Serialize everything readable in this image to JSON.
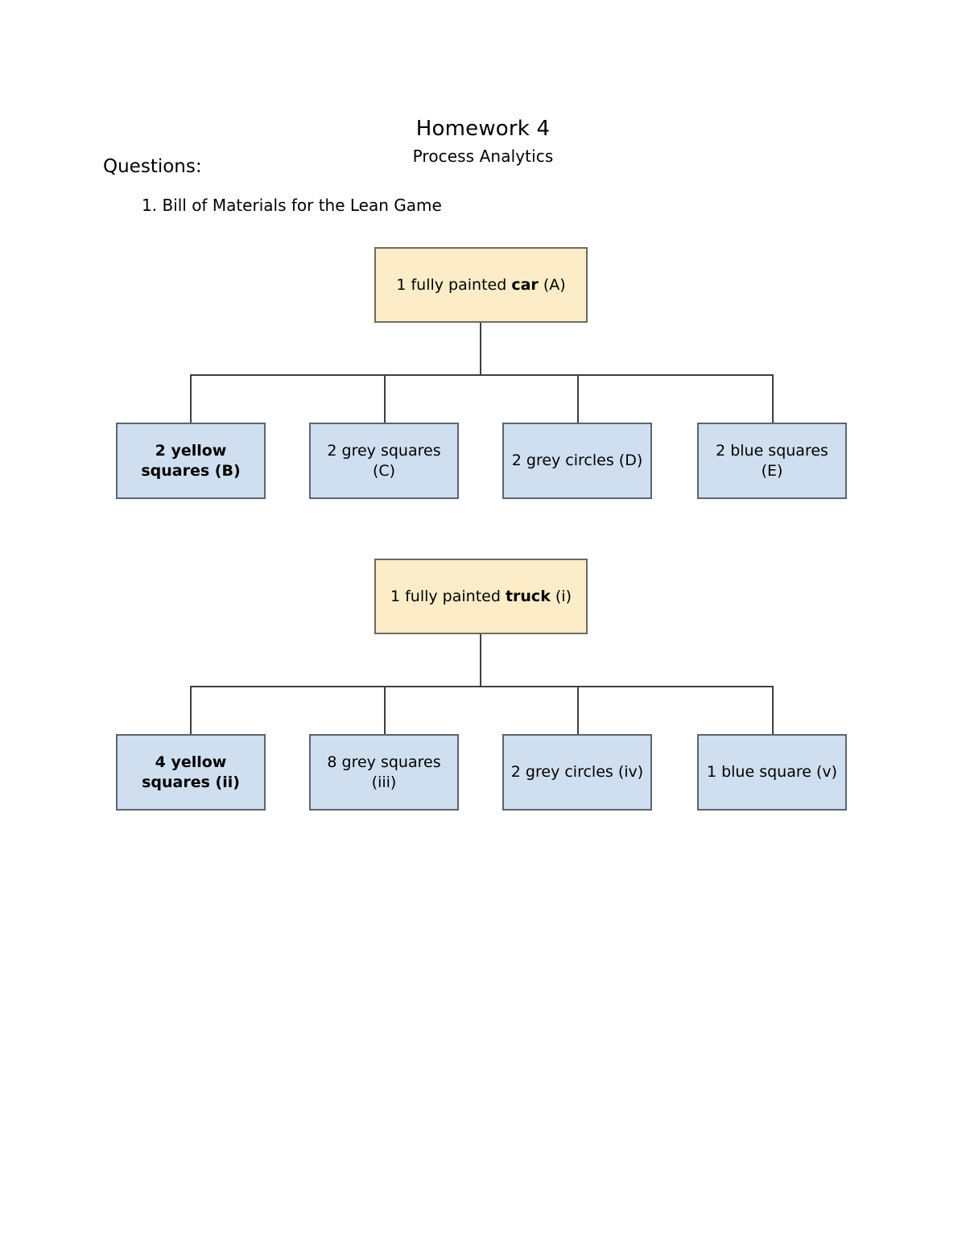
{
  "header": {
    "title": "Homework 4",
    "subtitle": "Process Analytics",
    "questions_label": "Questions:",
    "question_1": "1. Bill of Materials for the Lean Game"
  },
  "trees": [
    {
      "id": "car",
      "root": {
        "prefix": "1 fully painted ",
        "emphasis": "car",
        "suffix": " (A)",
        "full_text": "1 fully painted car (A)",
        "fill": "#fdecc8",
        "border": "#6b6b60"
      },
      "children": [
        {
          "text": "2 yellow squares (B)",
          "code": "B",
          "quantity": 2,
          "part": "yellow squares",
          "bold": true,
          "fill": "#cfdff0"
        },
        {
          "text": "2 grey squares (C)",
          "code": "C",
          "quantity": 2,
          "part": "grey squares",
          "bold": false,
          "fill": "#cfdff0"
        },
        {
          "text": "2 grey circles (D)",
          "code": "D",
          "quantity": 2,
          "part": "grey circles",
          "bold": false,
          "fill": "#cfdff0"
        },
        {
          "text": "2 blue squares (E)",
          "code": "E",
          "quantity": 2,
          "part": "blue squares",
          "bold": false,
          "fill": "#cfdff0"
        }
      ]
    },
    {
      "id": "truck",
      "root": {
        "prefix": "1 fully painted ",
        "emphasis": "truck",
        "suffix": " (i)",
        "full_text": "1 fully painted truck (i)",
        "fill": "#fdecc8",
        "border": "#6b6b60"
      },
      "children": [
        {
          "text": "4 yellow squares (ii)",
          "code": "ii",
          "quantity": 4,
          "part": "yellow squares",
          "bold": true,
          "fill": "#cfdff0"
        },
        {
          "text": "8 grey squares (iii)",
          "code": "iii",
          "quantity": 8,
          "part": "grey squares",
          "bold": false,
          "fill": "#cfdff0"
        },
        {
          "text": "2 grey circles (iv)",
          "code": "iv",
          "quantity": 2,
          "part": "grey circles",
          "bold": false,
          "fill": "#cfdff0"
        },
        {
          "text": "1 blue square (v)",
          "code": "v",
          "quantity": 1,
          "part": "blue square",
          "bold": false,
          "fill": "#cfdff0"
        }
      ]
    }
  ]
}
